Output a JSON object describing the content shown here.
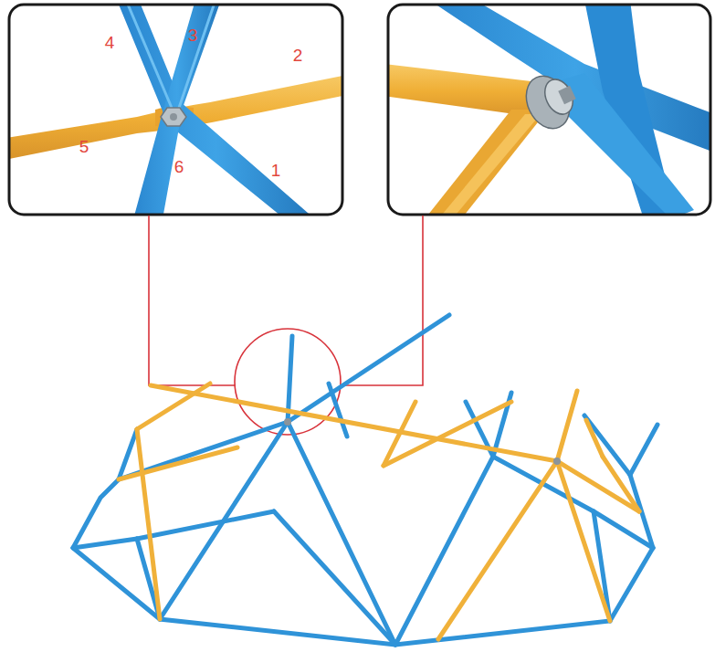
{
  "diagram": {
    "labels": [
      "4",
      "3",
      "2",
      "5",
      "6",
      "1"
    ]
  }
}
